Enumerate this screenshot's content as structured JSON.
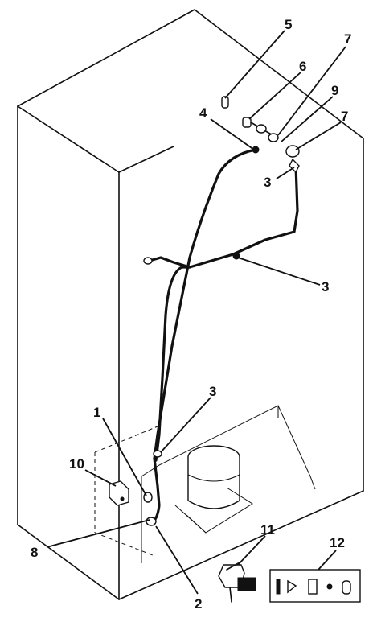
{
  "callouts": [
    {
      "id": "c5",
      "text": "5"
    },
    {
      "id": "c6",
      "text": "6"
    },
    {
      "id": "c7a",
      "text": "7"
    },
    {
      "id": "c9",
      "text": "9"
    },
    {
      "id": "c4",
      "text": "4"
    },
    {
      "id": "c7b",
      "text": "7"
    },
    {
      "id": "c3a",
      "text": "3"
    },
    {
      "id": "c3b",
      "text": "3"
    },
    {
      "id": "c3c",
      "text": "3"
    },
    {
      "id": "c1",
      "text": "1"
    },
    {
      "id": "c10",
      "text": "10"
    },
    {
      "id": "c8",
      "text": "8"
    },
    {
      "id": "c2",
      "text": "2"
    },
    {
      "id": "c11",
      "text": "11"
    },
    {
      "id": "c12",
      "text": "12"
    }
  ]
}
